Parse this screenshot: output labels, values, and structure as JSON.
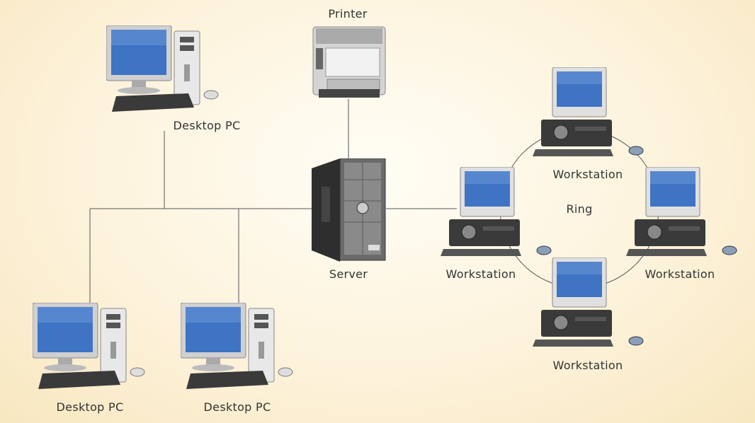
{
  "labels": {
    "printer": "Printer",
    "server": "Server",
    "ring": "Ring",
    "desktop_top": "Desktop PC",
    "desktop_bl": "Desktop PC",
    "desktop_bc": "Desktop PC",
    "ws_top": "Workstation",
    "ws_left": "Workstation",
    "ws_right": "Workstation",
    "ws_bottom": "Workstation"
  },
  "colors": {
    "wire": "#555555",
    "screen": "#3f74c4",
    "case": "#3a3a3a",
    "bezel": "#dcdcdc"
  },
  "icons": {
    "desktop": "desktop-pc-icon",
    "printer": "printer-icon",
    "server": "server-tower-icon",
    "workstation": "workstation-icon"
  }
}
